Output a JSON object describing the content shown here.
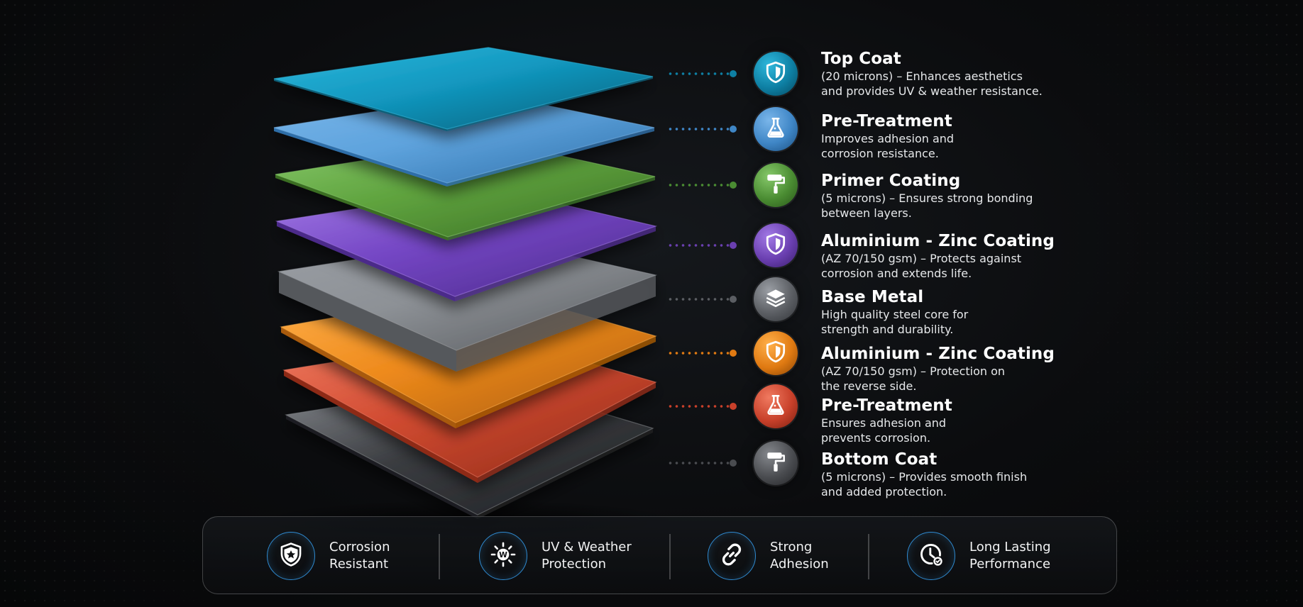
{
  "layers": [
    {
      "title": "Top Coat",
      "description": "(20 microns) – Enhances aesthetics\nand provides UV & weather resistance.",
      "icon": "shield-icon",
      "color": "#0e7fa3",
      "highlight": "#2fb8dc",
      "shadow": "#064a62",
      "plate_top": "#1298c0",
      "plate_edge": "#0a5e78"
    },
    {
      "title": "Pre-Treatment",
      "description": "Improves adhesion and\ncorrosion resistance.",
      "icon": "flask-icon",
      "color": "#3f86c6",
      "highlight": "#7ab6ea",
      "shadow": "#1c4f80",
      "plate_top": "#5ea3dd",
      "plate_edge": "#2e6ea8"
    },
    {
      "title": "Primer Coating",
      "description": "(5 microns) – Ensures strong bonding\nbetween layers.",
      "icon": "paint-roller-icon",
      "color": "#4a8c32",
      "highlight": "#86c86a",
      "shadow": "#29561a",
      "plate_top": "#5fa33e",
      "plate_edge": "#3a6e24"
    },
    {
      "title": "Aluminium - Zinc Coating",
      "description": "(AZ 70/150 gsm) – Protects against\ncorrosion and extends life.",
      "icon": "shield-icon",
      "color": "#6a3fb0",
      "highlight": "#a27ae6",
      "shadow": "#3b1f6e",
      "plate_top": "#7446c4",
      "plate_edge": "#4c2a8a"
    },
    {
      "title": "Base Metal",
      "description": "High quality steel core for\nstrength and durability.",
      "icon": "layers-icon",
      "color": "#5b5e63",
      "highlight": "#9a9ea4",
      "shadow": "#33363a",
      "plate_top": "#8d9196",
      "plate_edge": "#55585c"
    },
    {
      "title": "Aluminium - Zinc Coating",
      "description": "(AZ 70/150 gsm) – Protection on\nthe reverse side.",
      "icon": "shield-icon",
      "color": "#e07a12",
      "highlight": "#ffb04a",
      "shadow": "#8a4506",
      "plate_top": "#ee8a1c",
      "plate_edge": "#a85a08"
    },
    {
      "title": "Pre-Treatment",
      "description": "Ensures adhesion and\nprevents corrosion.",
      "icon": "flask-icon",
      "color": "#c8402a",
      "highlight": "#f07a60",
      "shadow": "#7a2012",
      "plate_top": "#d04a30",
      "plate_edge": "#8e2a18"
    },
    {
      "title": "Bottom Coat",
      "description": "(5 microns) – Provides smooth finish\nand added protection.",
      "icon": "paint-roller-icon",
      "color": "#4a4c50",
      "highlight": "#85888d",
      "shadow": "#242528",
      "plate_top": "#3a3c40",
      "plate_edge": "#1e1f22"
    }
  ],
  "features": [
    {
      "label": "Corrosion\nResistant",
      "icon": "shield-star-icon"
    },
    {
      "label": "UV & Weather\nProtection",
      "icon": "sun-w-icon"
    },
    {
      "label": "Strong\nAdhesion",
      "icon": "chain-link-icon"
    },
    {
      "label": "Long Lasting\nPerformance",
      "icon": "clock-check-icon"
    }
  ],
  "feature_accent": "#2f8ad0"
}
